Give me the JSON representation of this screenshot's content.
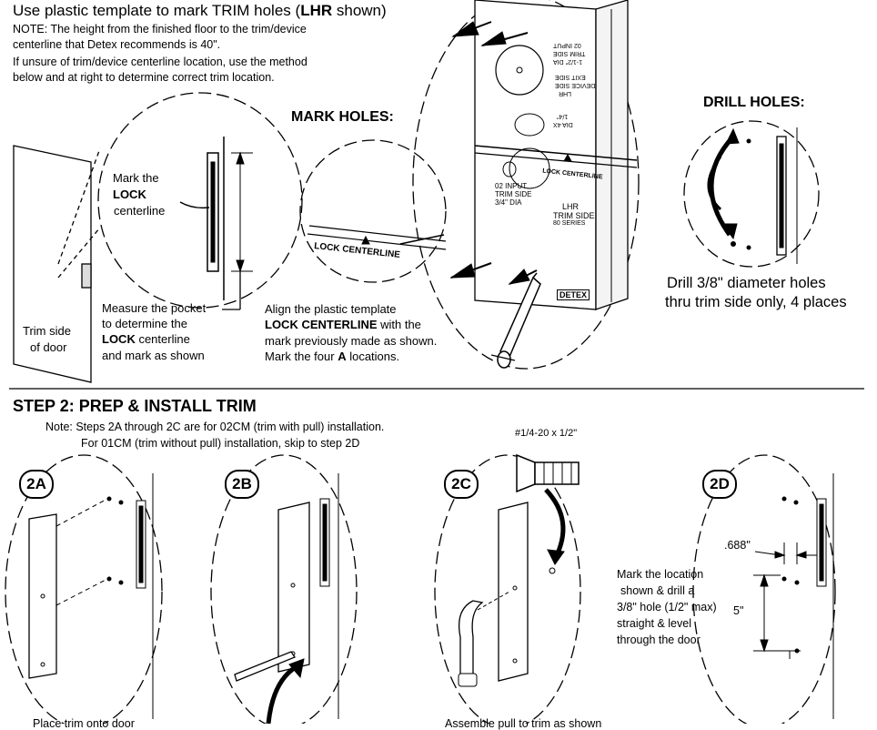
{
  "title": {
    "prefix": "Use plastic template to mark TRIM holes (",
    "bold": "LHR",
    "suffix": " shown)"
  },
  "note_lines": [
    "NOTE: The height from the finished floor to the trim/device",
    "centerline that Detex recommends is 40\".",
    "If unsure of trim/device centerline location, use the method",
    "below and at right to determine correct trim location."
  ],
  "headings": {
    "mark_holes": "MARK HOLES:",
    "drill_holes": "DRILL HOLES:"
  },
  "door": {
    "label_line1": "Trim side",
    "label_line2": "of door"
  },
  "mark_lock": {
    "line1": "Mark the",
    "line2": "LOCK",
    "line3": "centerline"
  },
  "measure": {
    "line1": "Measure the pocket",
    "line2": "to determine the",
    "line3_bold": "LOCK",
    "line3_rest": " centerline",
    "line4": "and mark as shown"
  },
  "align": {
    "line1": "Align the plastic template",
    "line2_bold": "LOCK CENTERLINE",
    "line2_rest": " with the",
    "line3": "mark previously made as shown.",
    "line4_pre": "Mark the four ",
    "line4_bold": "A",
    "line4_post": " locations."
  },
  "template_texts": {
    "lock_centerline": "LOCK CENTERLINE",
    "zoom_02": "02 INPUT",
    "zoom_trim": "TRIM SIDE",
    "zoom_dia": "3/4\" DIA",
    "lhr_1": "LHR",
    "lhr_2": "TRIM SIDE",
    "lhr_3": "80 SERIES",
    "logo": "DETEX",
    "top_1": "02 INPUT",
    "top_2": "TRIM SIDE",
    "top_3": "1-1/2\" DIA",
    "top_4": "EXIT SIDE",
    "top_5": "DEVICE SIDE",
    "top_6": "LHR",
    "mid_1": "1/4\"",
    "mid_2": "DIA 4X"
  },
  "drill": {
    "line1": "Drill 3/8\" diameter holes",
    "line2": "thru trim side only, 4 places"
  },
  "step2": {
    "title": "STEP 2: PREP & INSTALL TRIM",
    "note1": "Note: Steps 2A through 2C are for 02CM (trim with pull) installation.",
    "note2": "For 01CM (trim without pull) installation, skip to step 2D"
  },
  "badges": [
    "2A",
    "2B",
    "2C",
    "2D"
  ],
  "screw_label": "#1/4-20 x 1/2\"",
  "step_2d": {
    "dim_688": ".688\"",
    "dim_5": "5\"",
    "lines": [
      "Mark the location",
      "shown & drill a",
      "3/8\" hole (1/2\" max)",
      "straight & level",
      "through the door"
    ]
  },
  "bottom_cut": {
    "left": "Place trim onto door",
    "mid": "Assemble pull to trim as shown"
  }
}
